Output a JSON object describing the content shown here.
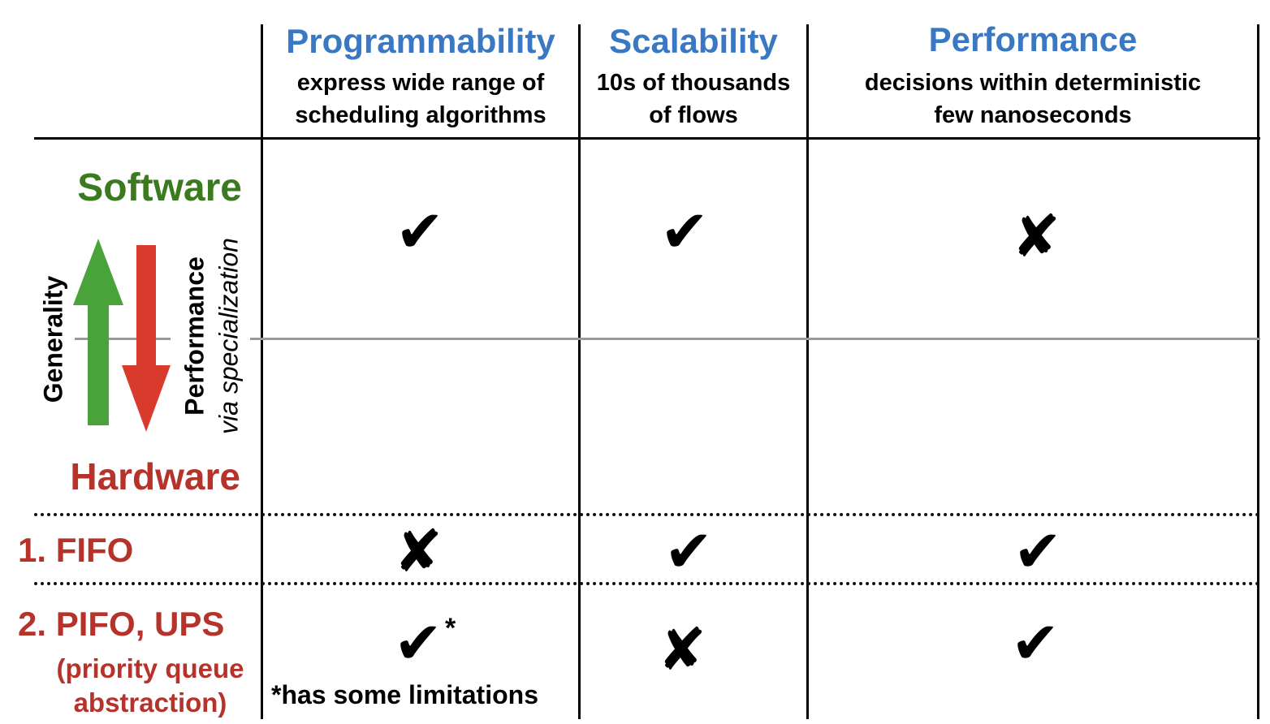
{
  "columns": [
    {
      "title": "Programmability",
      "desc_line1": "express wide range of",
      "desc_line2": "scheduling algorithms"
    },
    {
      "title": "Scalability",
      "desc_line1": "10s of thousands",
      "desc_line2": "of flows"
    },
    {
      "title": "Performance",
      "desc_line1": "decisions within deterministic",
      "desc_line2": "few nanoseconds"
    }
  ],
  "axis": {
    "top_label": "Software",
    "bottom_label": "Hardware",
    "up_arrow_label": "Generality",
    "down_arrow_label": "Performance",
    "down_arrow_sublabel": "via specialization",
    "colors": {
      "software": "#3b7a1e",
      "hardware": "#b5332a",
      "up_arrow": "#4aa33a",
      "down_arrow": "#d83b2b"
    }
  },
  "rows": [
    {
      "label": "",
      "marks": [
        "✔",
        "✔",
        "✘"
      ]
    },
    {
      "label": "1. FIFO",
      "marks": [
        "✘",
        "✔",
        "✔"
      ]
    },
    {
      "label": "2. PIFO, UPS",
      "sublabel_line1": "(priority queue",
      "sublabel_line2": "abstraction)",
      "marks": [
        "✔",
        "✘",
        "✔"
      ],
      "first_mark_suffix": "*"
    }
  ],
  "footnote": "*has some limitations",
  "colors": {
    "header": "#3a78c3",
    "row_label": "#b5332a"
  }
}
